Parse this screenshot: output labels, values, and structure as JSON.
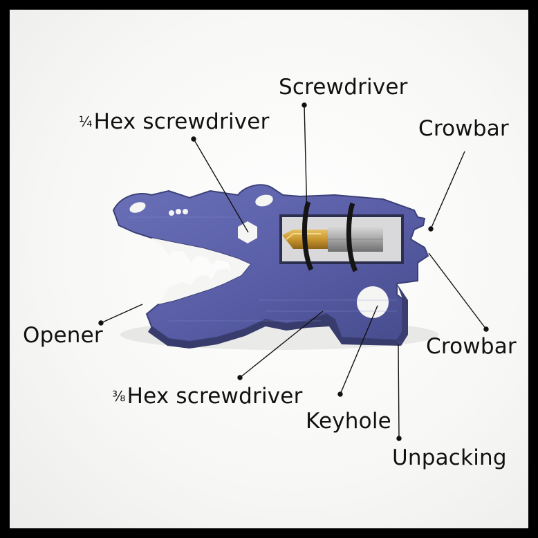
{
  "labels": {
    "screwdriver": "Screwdriver",
    "hex_quarter_prefix": "¼",
    "hex_quarter_text": "Hex screwdriver",
    "crowbar_top": "Crowbar",
    "crowbar_bottom": "Crowbar",
    "opener": "Opener",
    "hex_three_eighths_prefix": "⅜",
    "hex_three_eighths_text": "Hex screwdriver",
    "keyhole": "Keyhole",
    "unpacking": "Unpacking"
  },
  "colors": {
    "background": "#f5f5f3",
    "border": "#000000",
    "tool_blue": "#5a5fa8",
    "bit_gold": "#c9962e",
    "band_black": "#151515",
    "label_text": "#111111"
  }
}
